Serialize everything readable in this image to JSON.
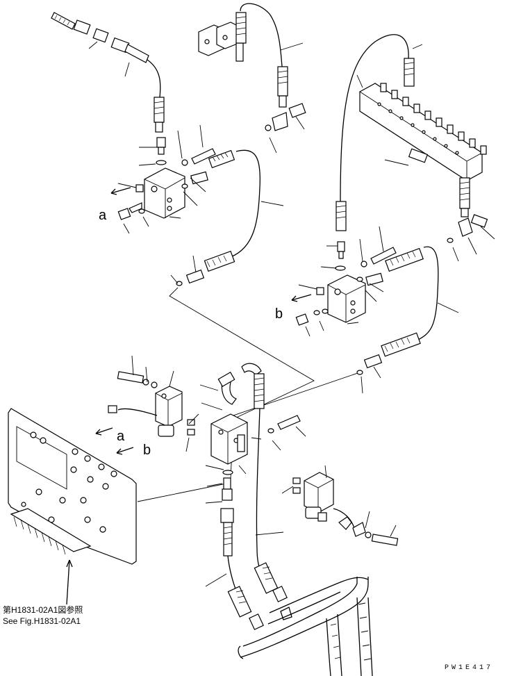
{
  "markers": {
    "a": "a",
    "b": "b"
  },
  "reference_note": {
    "line1": "第H1831-02A1図参照",
    "line2": "See Fig.H1831-02A1"
  },
  "drawing_code": "PW1E417"
}
